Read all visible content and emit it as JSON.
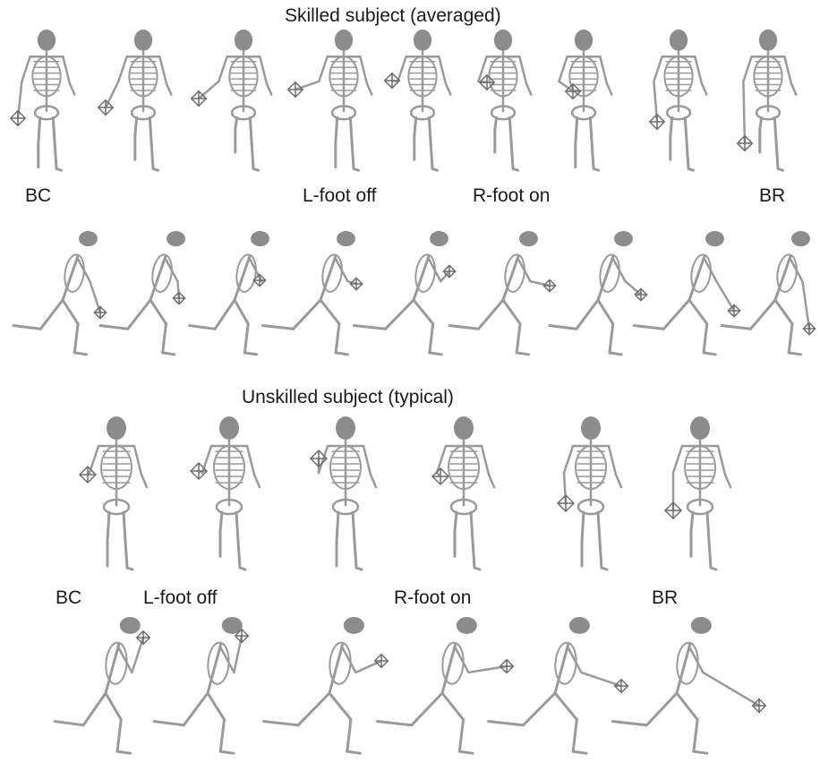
{
  "skilled": {
    "title": "Skilled subject (averaged)",
    "phases": [
      "BC",
      "L-foot off",
      "R-foot on",
      "BR"
    ],
    "front_frames": 9,
    "side_frames": 9
  },
  "unskilled": {
    "title": "Unskilled subject (typical)",
    "phases": [
      "BC",
      "L-foot off",
      "R-foot on",
      "BR"
    ],
    "front_frames": 6,
    "side_frames": 6
  },
  "colors": {
    "bone": "#9a9a9a",
    "bone_dark": "#6e6e6e",
    "skull": "#8c8c8c",
    "text": "#1a1a1a"
  }
}
